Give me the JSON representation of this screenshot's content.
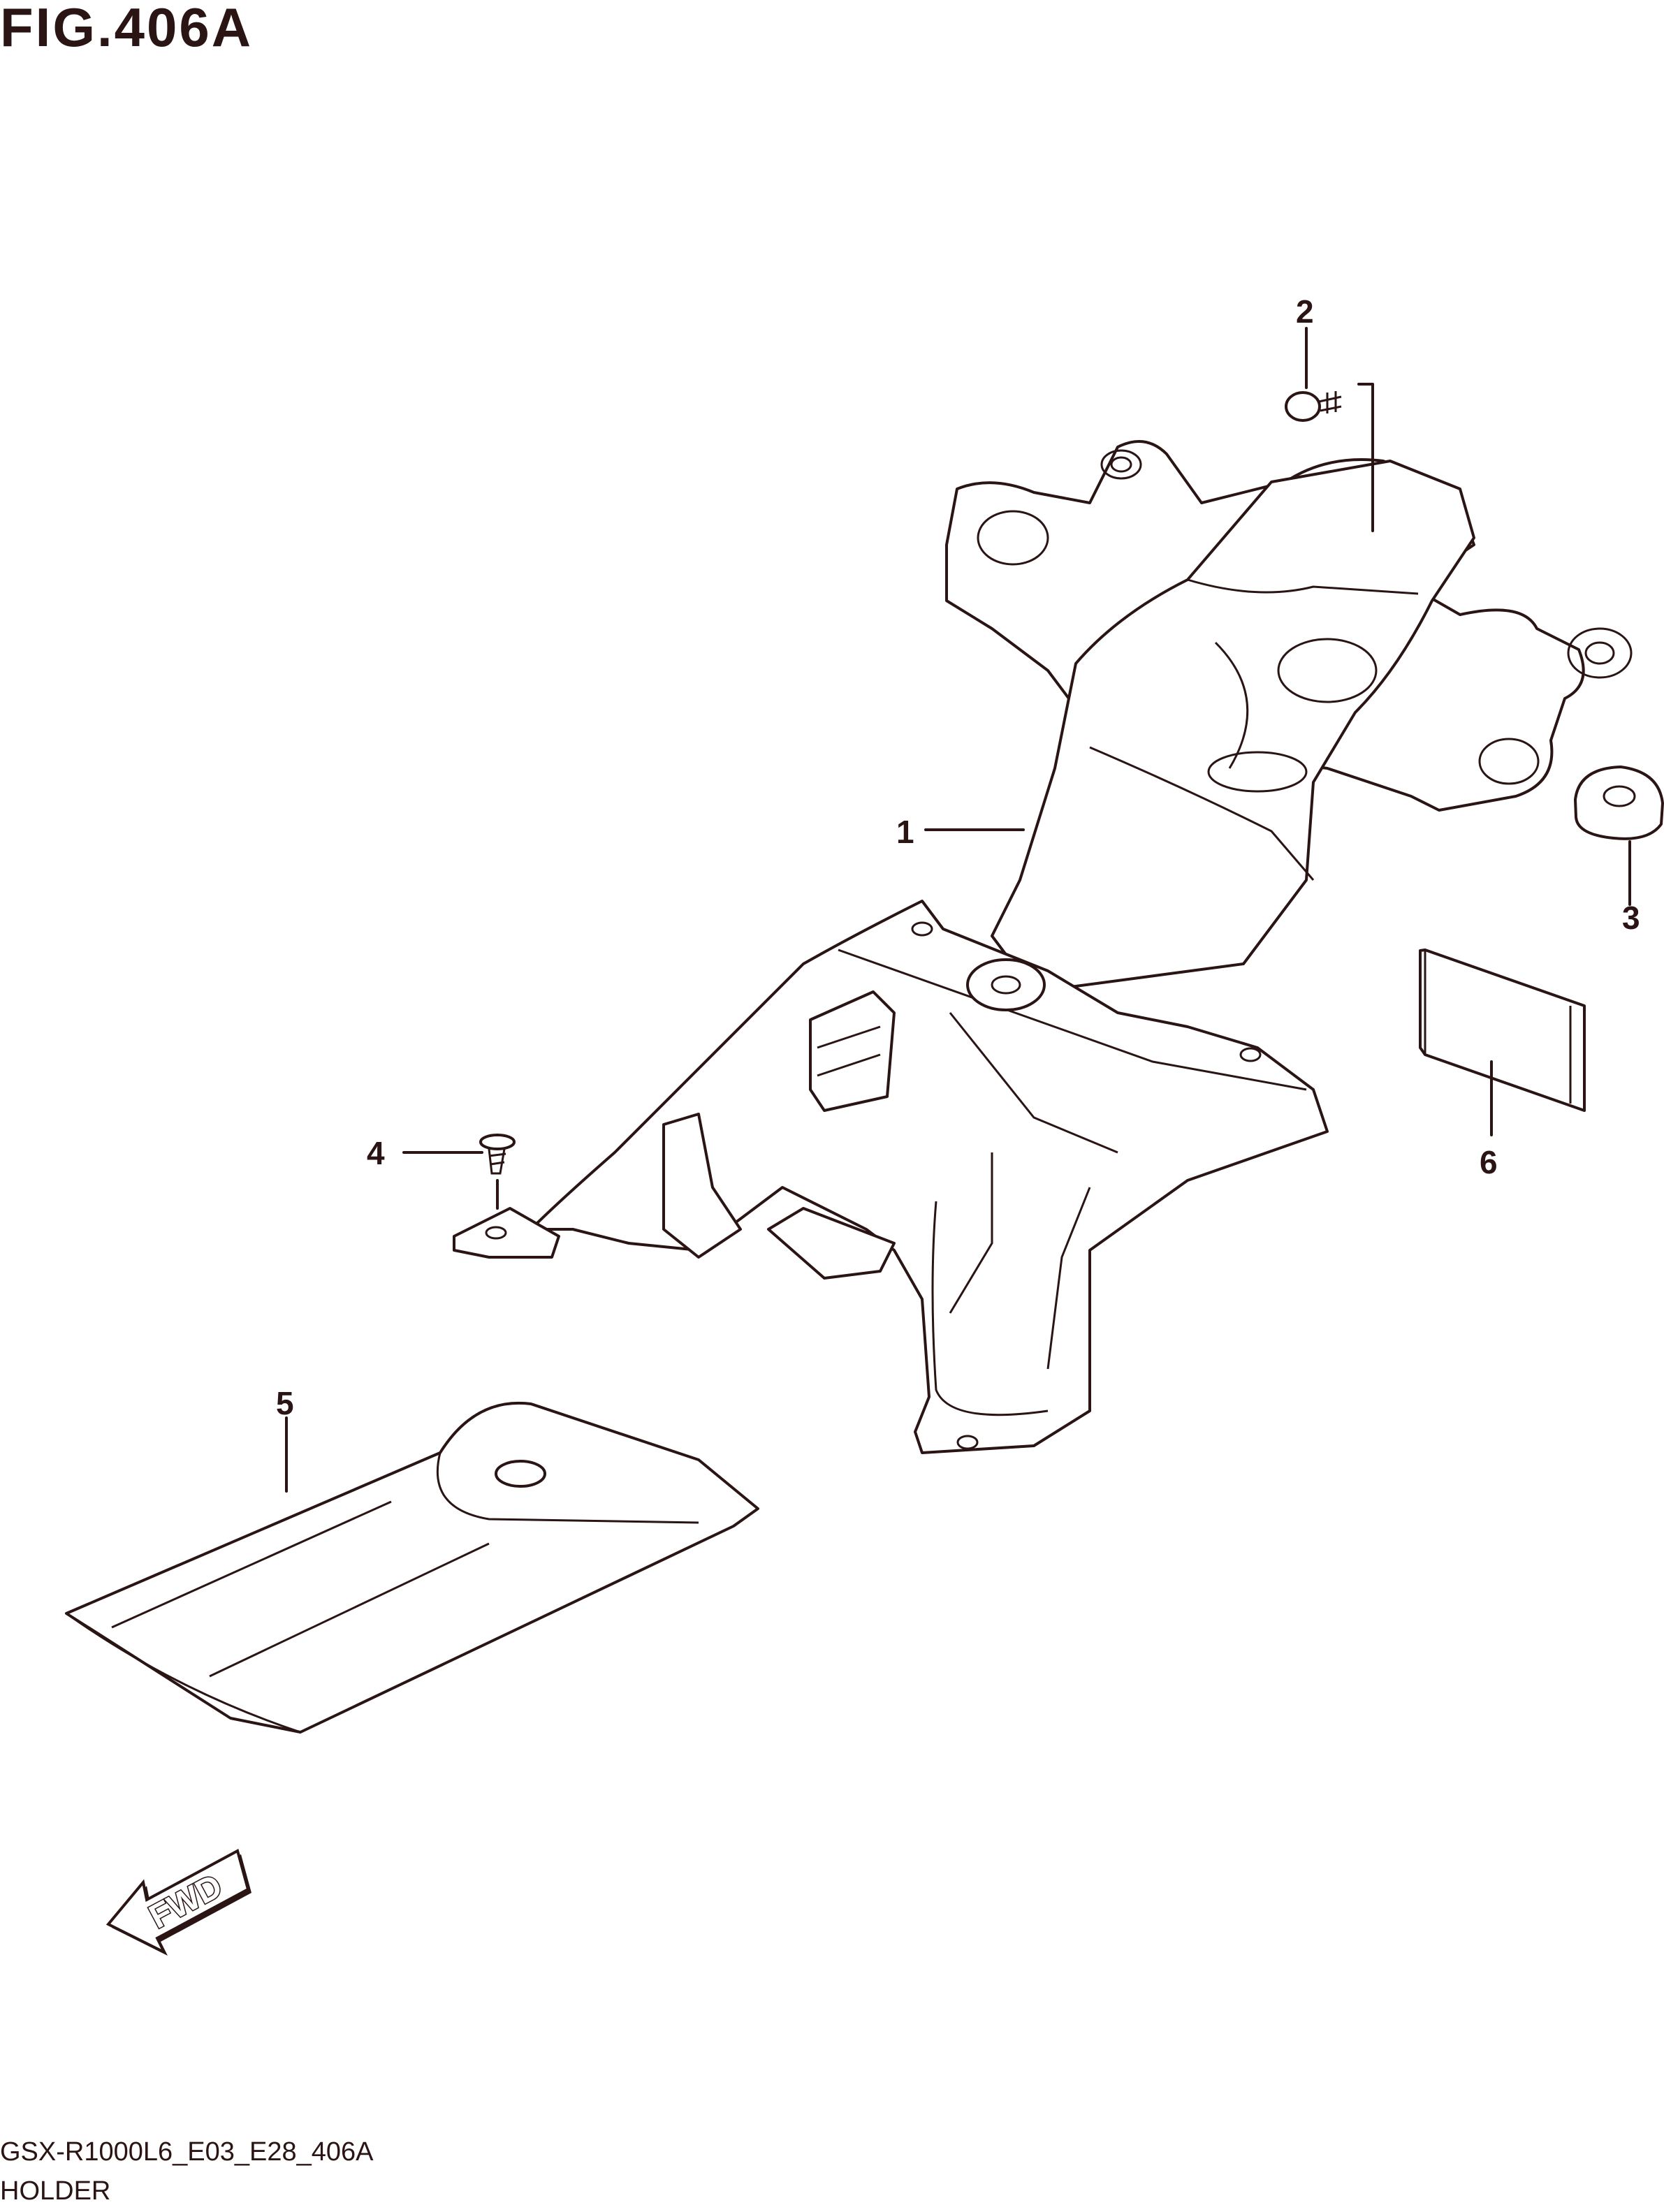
{
  "figure": {
    "title": "FIG.406A",
    "model_code": "GSX-R1000L6_E03_E28_406A",
    "group_name": "HOLDER"
  },
  "callouts": [
    {
      "number": "1",
      "part": "holder"
    },
    {
      "number": "2",
      "part": "bolt"
    },
    {
      "number": "3",
      "part": "cushion"
    },
    {
      "number": "4",
      "part": "screw"
    },
    {
      "number": "5",
      "part": "cover"
    },
    {
      "number": "6",
      "part": "label"
    }
  ],
  "direction_marker": {
    "label": "FWD"
  },
  "colors": {
    "ink": "#2a1414",
    "background": "#ffffff"
  }
}
